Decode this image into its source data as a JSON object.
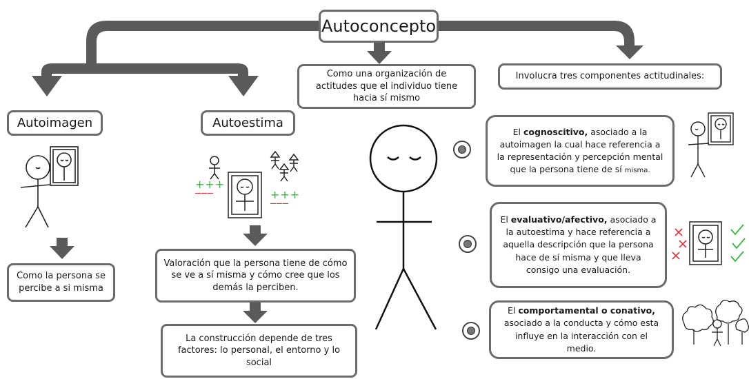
{
  "root": {
    "title": "Autoconcepto"
  },
  "definition": {
    "text": "Como una organización de actitudes que el individuo tiene hacia sí mismo"
  },
  "components_intro": {
    "text": "Involucra tres componentes actitudinales:"
  },
  "autoimagen": {
    "title": "Autoimagen",
    "description": "Como la persona se percibe a si misma"
  },
  "autoestima": {
    "title": "Autoestima",
    "description": "Valoración que la persona tiene de cómo se ve a sí misma y cómo cree que los demás la perciben.",
    "factors": "La construcción depende de tres factores: lo personal, el entorno y lo social",
    "signs": {
      "plus": "+++",
      "minus": "___"
    }
  },
  "components": [
    {
      "pre": "El ",
      "name": "cognoscitivo,",
      "text": " asociado a la autoimagen la cual hace referencia a la representación y percepción mental que la persona tiene de sí ",
      "tail": "misma."
    },
    {
      "pre": "El ",
      "name": "evaluativo/afectivo,",
      "text": " asociado a la autoestima y hace referencia a aquella descripción que la persona hace de sí misma y que lleva consigo una evaluación."
    },
    {
      "pre": "El ",
      "name": "comportamental o conativo,",
      "text": " asociado a la conducta y cómo esta influye en la interacción con el medio."
    }
  ],
  "icons": [
    "stick-figure-icon",
    "mirror-icon",
    "check-icon",
    "cross-icon",
    "tree-icon"
  ],
  "colors": {
    "border": "#6b6b6b",
    "arrow": "#555555",
    "plus": "#3cb043",
    "minus": "#d9343a",
    "check": "#3cb043",
    "cross": "#d9343a"
  }
}
